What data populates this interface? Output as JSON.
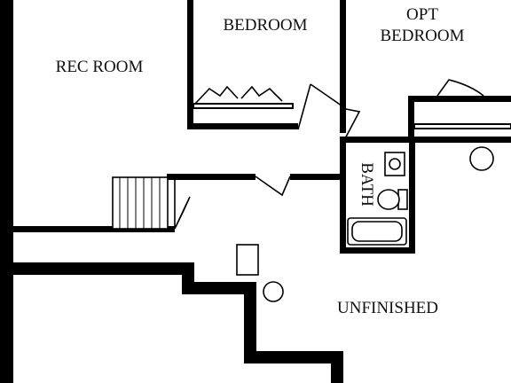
{
  "floorplan": {
    "rooms": {
      "rec_room": "REC ROOM",
      "bedroom": "BEDROOM",
      "opt_bedroom_line1": "OPT",
      "opt_bedroom_line2": "BEDROOM",
      "bath": "BATH",
      "unfinished": "UNFINISHED"
    }
  }
}
